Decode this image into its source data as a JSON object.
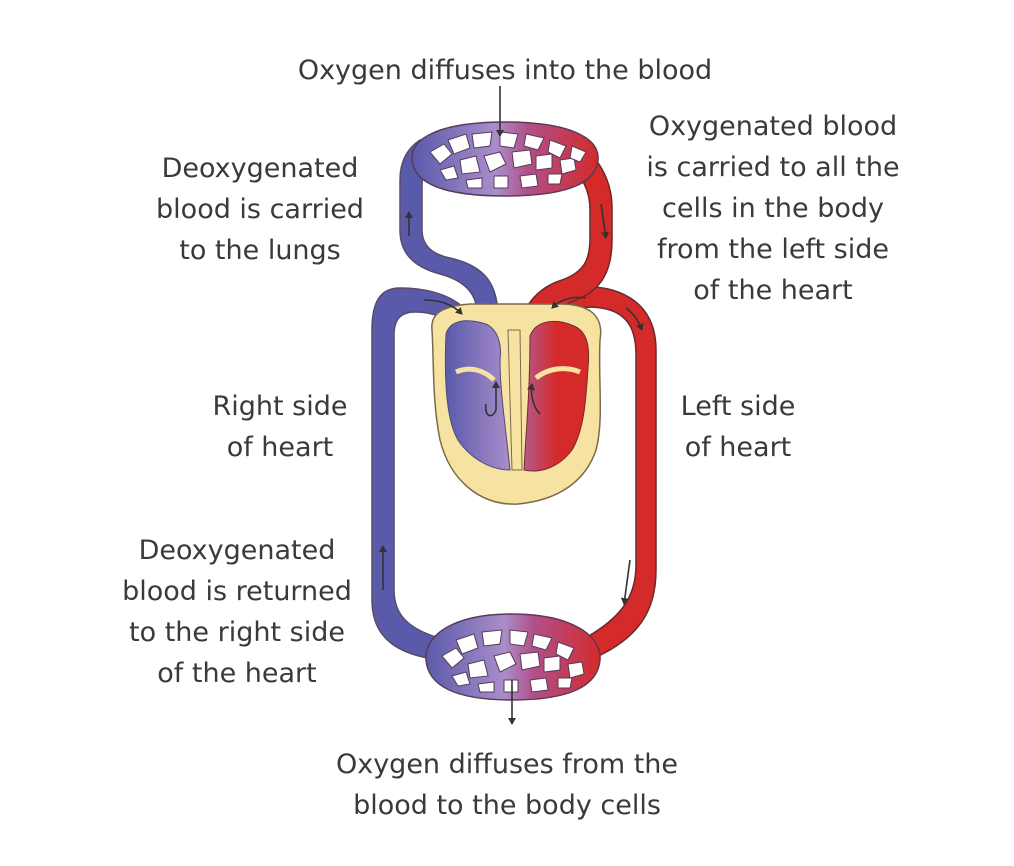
{
  "colors": {
    "deoxygenated": "#5a5aab",
    "oxygenated": "#d42a2a",
    "mixed": "#a98ec9",
    "heart_tissue": "#f7e3a1",
    "outline": "#7a5a5a",
    "arrow": "#333333",
    "text": "#3a3a3a"
  },
  "labels": {
    "top": [
      "Oxygen diffuses into the blood"
    ],
    "deoxy_lungs": [
      "Deoxygenated",
      "blood is carried",
      "to the lungs"
    ],
    "oxy_body": [
      "Oxygenated blood",
      "is carried to all the",
      "cells in the body",
      "from the left side",
      "of the heart"
    ],
    "right_side": [
      "Right side",
      "of heart"
    ],
    "left_side": [
      "Left side",
      "of heart"
    ],
    "deoxy_return": [
      "Deoxygenated",
      "blood is returned",
      "to the right side",
      "of the heart"
    ],
    "bottom": [
      "Oxygen diffuses from the",
      "blood to the body cells"
    ]
  }
}
